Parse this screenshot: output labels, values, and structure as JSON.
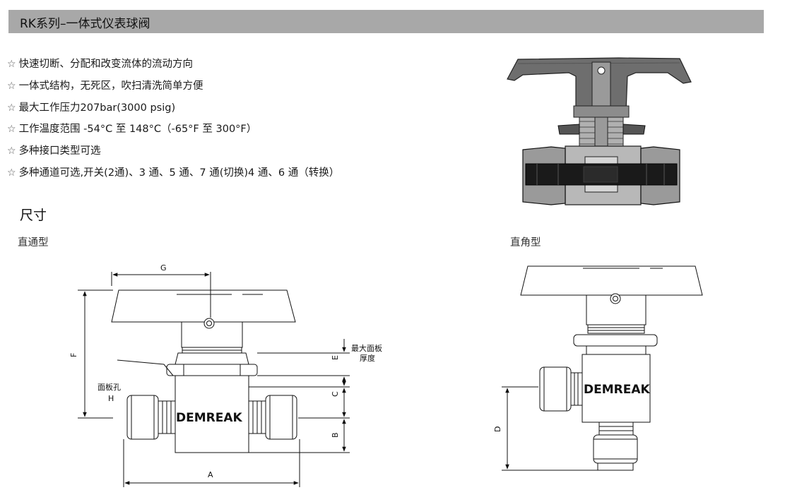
{
  "header": {
    "title": "RK系列–一体式仪表球阀"
  },
  "features": {
    "bullet": "☆",
    "items": [
      "快速切断、分配和改变流体的流动方向",
      "一体式结构，无死区，吹扫清洗简单方便",
      "最大工作压力207bar(3000 psig)",
      "工作温度范围 -54°C  至  148°C（-65°F  至  300°F）",
      "多种接口类型可选",
      "多种通道可选,开关(2通)、3 通、5 通、7 通(切换)4 通、6 通（转换）"
    ]
  },
  "section": {
    "heading": "尺寸",
    "left_subtitle": "直通型",
    "right_subtitle": "直角型"
  },
  "drawing_left": {
    "brand": "DEMREAK",
    "dims": {
      "A": "A",
      "B": "B",
      "C": "C",
      "E": "E",
      "F": "F",
      "G": "G"
    },
    "panel_hole_label": "面板孔",
    "panel_hole_letter": "H",
    "max_panel_label_1": "最大面板",
    "max_panel_label_2": "厚度"
  },
  "drawing_right": {
    "brand": "DEMREAK",
    "dims": {
      "D": "D"
    }
  },
  "colors": {
    "title_bar": "#a8a8a8",
    "handle_section": "#6e6e6e",
    "body_section": "#b8b8b8",
    "bore_section": "#1a1a1a"
  }
}
